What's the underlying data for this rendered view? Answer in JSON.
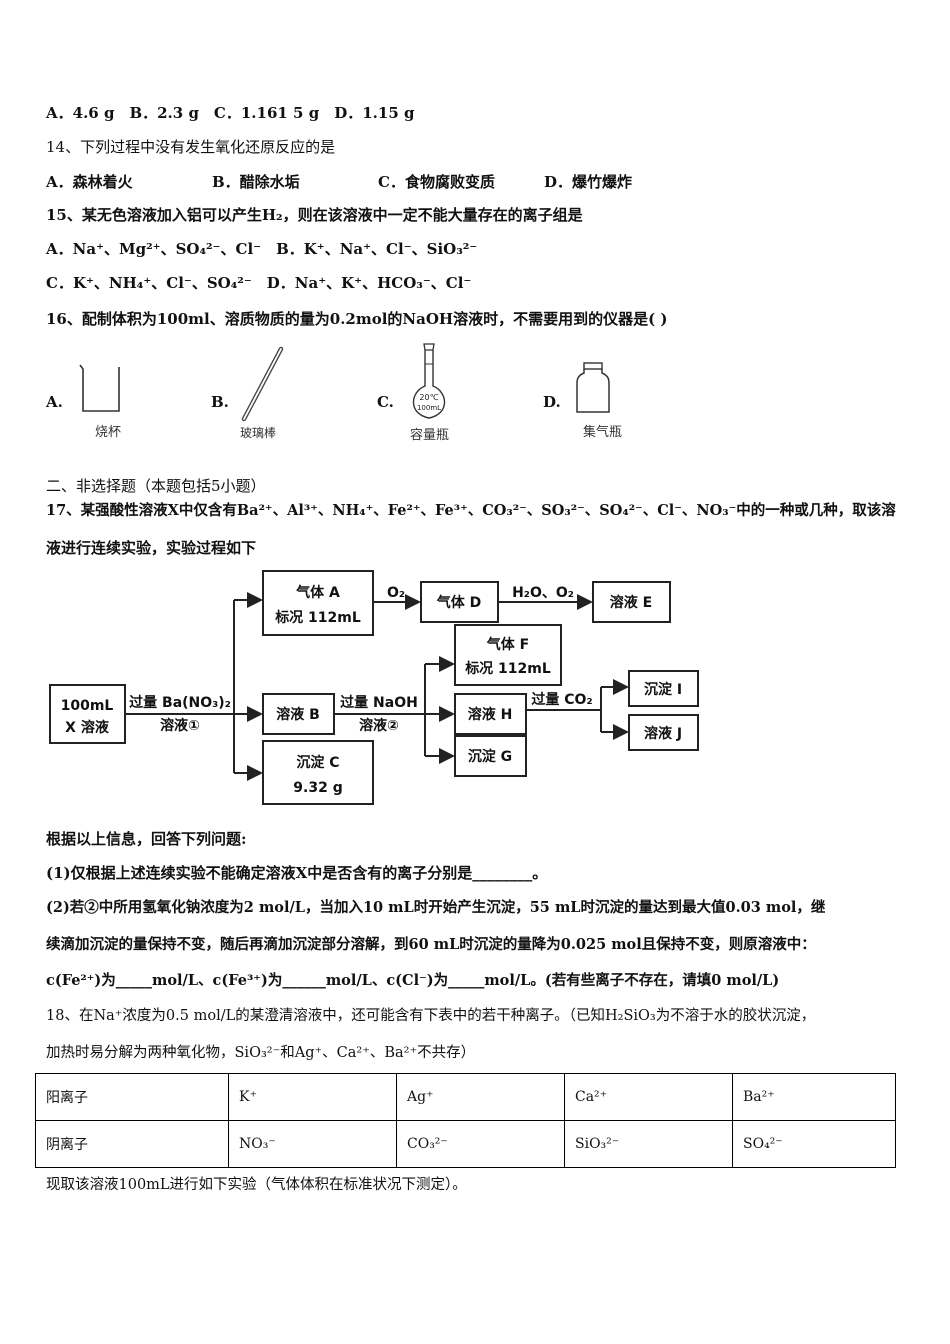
{
  "q13_options": "A．4.6 g　B．2.3 g　C．1.161 5 g　D．1.15 g",
  "q14": {
    "stem": "14、下列过程中没有发生氧化还原反应的是",
    "a": "A．森林着火",
    "b": "B．醋除水垢",
    "c": "C．食物腐败变质",
    "d": "D．爆竹爆炸"
  },
  "q15": {
    "stem": "15、某无色溶液加入铝可以产生H₂，则在该溶液中一定不能大量存在的离子组是",
    "ab": "A．Na⁺、Mg²⁺、SO₄²⁻、Cl⁻　B．K⁺、Na⁺、Cl⁻、SiO₃²⁻",
    "cd": "C．K⁺、NH₄⁺、Cl⁻、SO₄²⁻　D．Na⁺、K⁺、HCO₃⁻、Cl⁻"
  },
  "q16": {
    "stem": "16、配制体积为100ml、溶质物质的量为0.2mol的NaOH溶液时，不需要用到的仪器是( )",
    "a": "A.",
    "a_cap": "烧杯",
    "b": "B.",
    "b_cap": "玻璃棒",
    "c": "C.",
    "c_cap": "容量瓶",
    "c_mark1": "20℃",
    "c_mark2": "100mL",
    "d": "D.",
    "d_cap": "集气瓶"
  },
  "section2": "二、非选择题（本题包括5小题）",
  "q17": {
    "stem1": "17、某强酸性溶液X中仅含有Ba²⁺、Al³⁺、NH₄⁺、Fe²⁺、Fe³⁺、CO₃²⁻、SO₃²⁻、SO₄²⁻、Cl⁻、NO₃⁻中的一种或几种，取该溶",
    "stem2": "液进行连续实验，实验过程如下",
    "flow": {
      "x1": "100mL",
      "x2": "X 溶液",
      "step1a": "过量 Ba(NO₃)₂",
      "step1b": "溶液①",
      "gasA1": "气体 A",
      "gasA2": "标况 112mL",
      "o2": "O₂",
      "gasD": "气体 D",
      "h2o": "H₂O、O₂",
      "solE": "溶液 E",
      "solB": "溶液 B",
      "step2a": "过量 NaOH",
      "step2b": "溶液②",
      "precC1": "沉淀 C",
      "precC2": "9.32 g",
      "gasF1": "气体 F",
      "gasF2": "标况 112mL",
      "solH": "溶液 H",
      "precG": "沉淀 G",
      "co2": "过量 CO₂",
      "precI": "沉淀 I",
      "solJ": "溶液 J"
    },
    "prompt": "根据以上信息，回答下列问题:",
    "p1": "(1)仅根据上述连续实验不能确定溶液X中是否含有的离子分别是________。",
    "p2a": "(2)若②中所用氢氧化钠浓度为2 mol/L，当加入10 mL时开始产生沉淀，55 mL时沉淀的量达到最大值0.03 mol，继",
    "p2b": "续滴加沉淀的量保持不变，随后再滴加沉淀部分溶解，到60 mL时沉淀的量降为0.025 mol且保持不变，则原溶液中：",
    "p2c": "c(Fe²⁺)为_____mol/L、c(Fe³⁺)为______mol/L、c(Cl⁻)为_____mol/L。(若有些离子不存在，请填0 mol/L)"
  },
  "q18": {
    "stem1": "18、在Na⁺浓度为0.5 mol/L的某澄清溶液中，还可能含有下表中的若干种离子。（已知H₂SiO₃为不溶于水的胶状沉淀，",
    "stem2": "加热时易分解为两种氧化物，SiO₃²⁻和Ag⁺、Ca²⁺、Ba²⁺不共存）",
    "table": [
      [
        "阳离子",
        "K⁺",
        "Ag⁺",
        "Ca²⁺",
        "Ba²⁺"
      ],
      [
        "阴离子",
        "NO₃⁻",
        "CO₃²⁻",
        "SiO₃²⁻",
        "SO₄²⁻"
      ]
    ],
    "after": "现取该溶液100mL进行如下实验（气体体积在标准状况下测定）。"
  }
}
